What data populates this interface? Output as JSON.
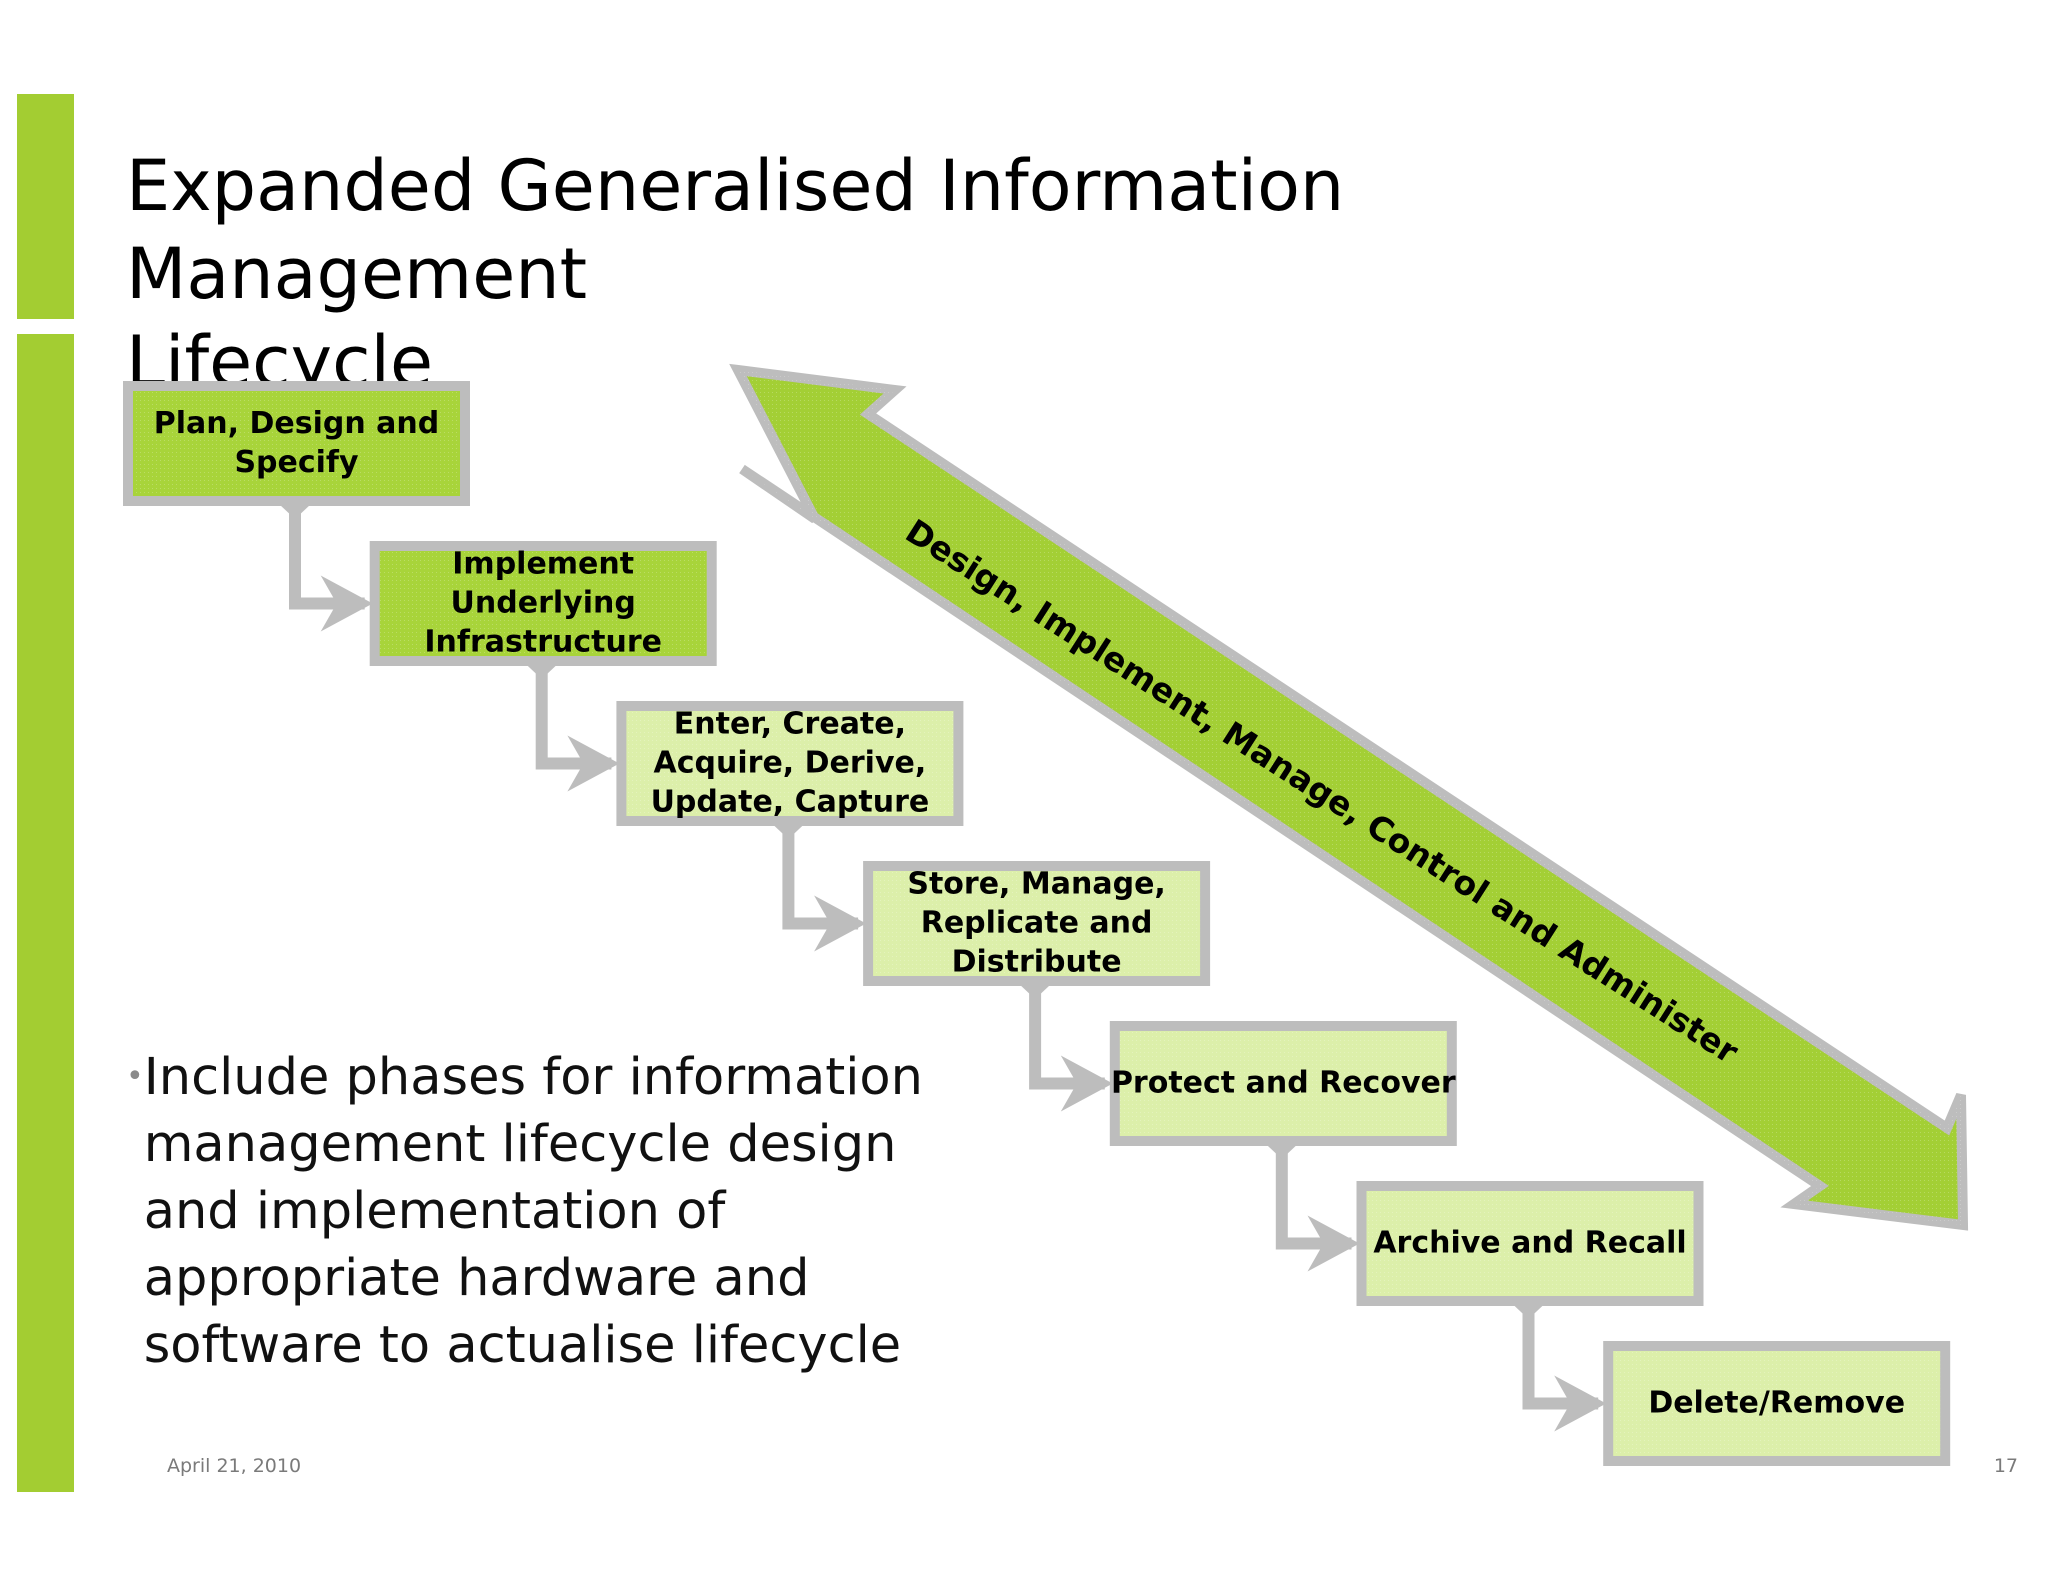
{
  "slide": {
    "title": "Expanded Generalised Information Management\nLifecycle",
    "bullet": "Include phases for information management lifecycle design and implementation of appropriate hardware and software to actualise lifecycle",
    "footer_date": "April 21, 2010",
    "page_number": "17",
    "accent_color": "#a3cd32"
  },
  "diagram": {
    "steps": [
      {
        "lines": [
          "Plan, Design and",
          "Specify"
        ],
        "fill": "#a8d43a"
      },
      {
        "lines": [
          "Implement",
          "Underlying",
          "Infrastructure"
        ],
        "fill": "#a8d43a"
      },
      {
        "lines": [
          "Enter, Create,",
          "Acquire, Derive,",
          "Update, Capture"
        ],
        "fill": "#dcefaa"
      },
      {
        "lines": [
          "Store, Manage,",
          "Replicate and",
          "Distribute"
        ],
        "fill": "#dcefaa"
      },
      {
        "lines": [
          "Protect and Recover"
        ],
        "fill": "#dcefaa"
      },
      {
        "lines": [
          "Archive and Recall"
        ],
        "fill": "#dcefaa"
      },
      {
        "lines": [
          "Delete/Remove"
        ],
        "fill": "#dcefaa"
      }
    ],
    "span_label": "Design, Implement, Manage, Control and Administer",
    "border_color": "#bdbdbd",
    "arrow_fill": "#a3cf35"
  }
}
